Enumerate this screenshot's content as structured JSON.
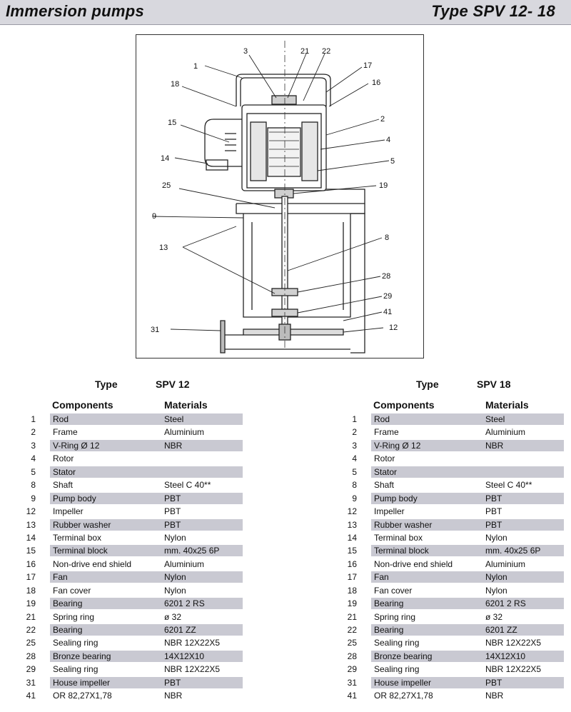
{
  "header": {
    "title_left": "Immersion pumps",
    "title_right": "Type SPV 12- 18"
  },
  "drawing": {
    "callouts": [
      "1",
      "18",
      "15",
      "14",
      "25",
      "9",
      "13",
      "31",
      "3",
      "21",
      "22",
      "17",
      "16",
      "2",
      "4",
      "5",
      "19",
      "8",
      "28",
      "29",
      "41",
      "12"
    ]
  },
  "tables": [
    {
      "type_label": "Type",
      "type_value": "SPV 12",
      "col_components": "Components",
      "col_materials": "Materials",
      "rows": [
        {
          "n": "1",
          "c": "Rod",
          "m": "Steel",
          "sh": true
        },
        {
          "n": "2",
          "c": "Frame",
          "m": "Aluminium",
          "sh": false
        },
        {
          "n": "3",
          "c": "V-Ring  Ø 12",
          "m": "NBR",
          "sh": true
        },
        {
          "n": "4",
          "c": "Rotor",
          "m": "",
          "sh": false
        },
        {
          "n": "5",
          "c": "Stator",
          "m": "",
          "sh": true
        },
        {
          "n": "8",
          "c": "Shaft",
          "m": "Steel C 40**",
          "sh": false
        },
        {
          "n": "9",
          "c": "Pump  body",
          "m": "PBT",
          "sh": true
        },
        {
          "n": "12",
          "c": "Impeller",
          "m": "PBT",
          "sh": false
        },
        {
          "n": "13",
          "c": "Rubber washer",
          "m": "PBT",
          "sh": true
        },
        {
          "n": "14",
          "c": "Terminal box",
          "m": "Nylon",
          "sh": false
        },
        {
          "n": "15",
          "c": "Terminal block",
          "m": "mm. 40x25  6P",
          "sh": true
        },
        {
          "n": "16",
          "c": "Non-drive end shield",
          "m": "Aluminium",
          "sh": false
        },
        {
          "n": "17",
          "c": "Fan",
          "m": "Nylon",
          "sh": true
        },
        {
          "n": "18",
          "c": "Fan cover",
          "m": "Nylon",
          "sh": false
        },
        {
          "n": "19",
          "c": "Bearing",
          "m": "6201 2 RS",
          "sh": true
        },
        {
          "n": "21",
          "c": "Spring ring",
          "m": "ø 32",
          "sh": false
        },
        {
          "n": "22",
          "c": "Bearing",
          "m": "6201 ZZ",
          "sh": true
        },
        {
          "n": "25",
          "c": "Sealing ring",
          "m": "NBR 12X22X5",
          "sh": false
        },
        {
          "n": "28",
          "c": "Bronze bearing",
          "m": "14X12X10",
          "sh": true
        },
        {
          "n": "29",
          "c": "Sealing ring",
          "m": "NBR 12X22X5",
          "sh": false
        },
        {
          "n": "31",
          "c": "House impeller",
          "m": "PBT",
          "sh": true
        },
        {
          "n": "41",
          "c": "OR  82,27X1,78",
          "m": "NBR",
          "sh": false
        }
      ]
    },
    {
      "type_label": "Type",
      "type_value": "SPV 18",
      "col_components": "Components",
      "col_materials": "Materials",
      "rows": [
        {
          "n": "1",
          "c": "Rod",
          "m": "Steel",
          "sh": true
        },
        {
          "n": "2",
          "c": "Frame",
          "m": "Aluminium",
          "sh": false
        },
        {
          "n": "3",
          "c": "V-Ring  Ø 12",
          "m": "NBR",
          "sh": true
        },
        {
          "n": "4",
          "c": "Rotor",
          "m": "",
          "sh": false
        },
        {
          "n": "5",
          "c": "Stator",
          "m": "",
          "sh": true
        },
        {
          "n": "8",
          "c": "Shaft",
          "m": "Steel C 40**",
          "sh": false
        },
        {
          "n": "9",
          "c": "Pump  body",
          "m": "PBT",
          "sh": true
        },
        {
          "n": "12",
          "c": "Impeller",
          "m": "PBT",
          "sh": false
        },
        {
          "n": "13",
          "c": "Rubber washer",
          "m": "PBT",
          "sh": true
        },
        {
          "n": "14",
          "c": "Terminal box",
          "m": "Nylon",
          "sh": false
        },
        {
          "n": "15",
          "c": "Terminal block",
          "m": "mm. 40x25  6P",
          "sh": true
        },
        {
          "n": "16",
          "c": "Non-drive end shield",
          "m": "Aluminium",
          "sh": false
        },
        {
          "n": "17",
          "c": "Fan",
          "m": "Nylon",
          "sh": true
        },
        {
          "n": "18",
          "c": "Fan cover",
          "m": "Nylon",
          "sh": false
        },
        {
          "n": "19",
          "c": "Bearing",
          "m": "6201 2 RS",
          "sh": true
        },
        {
          "n": "21",
          "c": "Spring ring",
          "m": "ø 32",
          "sh": false
        },
        {
          "n": "22",
          "c": "Bearing",
          "m": "6201 ZZ",
          "sh": true
        },
        {
          "n": "25",
          "c": "Sealing ring",
          "m": "NBR 12X22X5",
          "sh": false
        },
        {
          "n": "28",
          "c": "Bronze bearing",
          "m": "14X12X10",
          "sh": true
        },
        {
          "n": "29",
          "c": "Sealing ring",
          "m": "NBR 12X22X5",
          "sh": false
        },
        {
          "n": "31",
          "c": "House impeller",
          "m": "PBT",
          "sh": true
        },
        {
          "n": "41",
          "c": "OR  82,27X1,78",
          "m": "NBR",
          "sh": false
        }
      ]
    }
  ]
}
